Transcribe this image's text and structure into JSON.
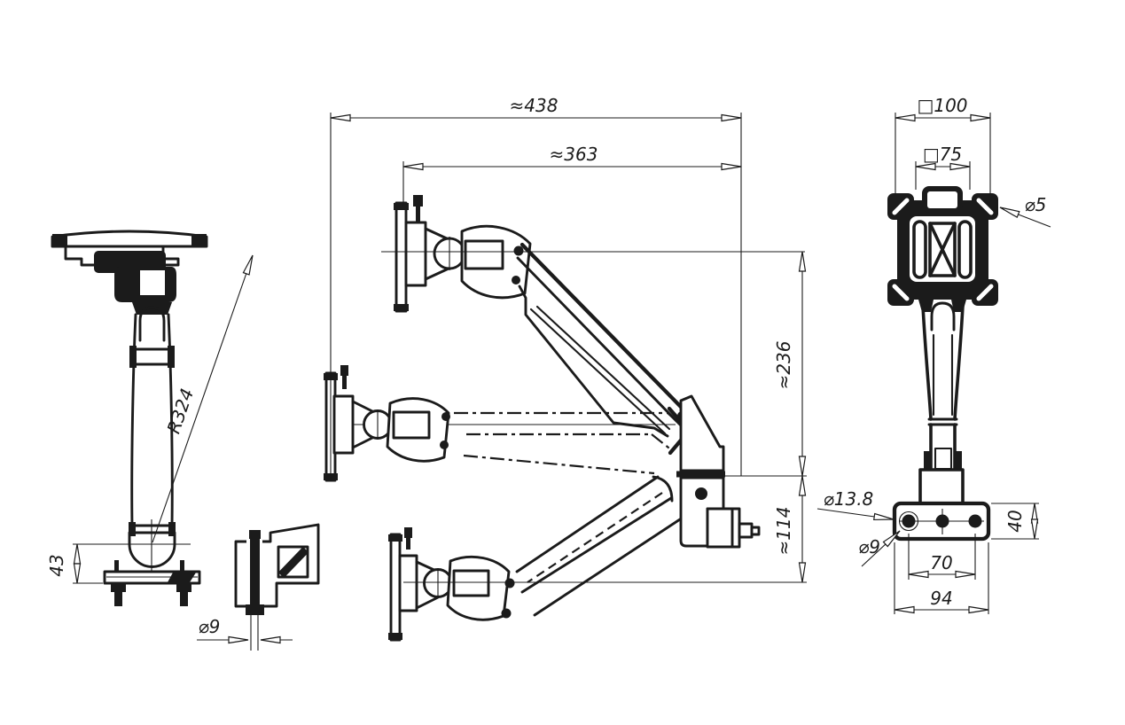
{
  "style": {
    "line_color": "#1b1b1b",
    "background": "#ffffff"
  },
  "dims": {
    "reach_total": "≈438",
    "reach_arm": "≈363",
    "travel_up": "≈236",
    "travel_down": "≈114",
    "swing_radius": "R324",
    "pivot_center_height": "43",
    "clamp_bolt_dia": "⌀9",
    "vesa_pattern_outer": "□100",
    "vesa_pattern_inner": "□75",
    "vesa_hole_dia": "⌀5",
    "base_counterbore_dia": "⌀13.8",
    "base_hole_dia": "⌀9",
    "base_plate_height": "40",
    "base_hole_spacing": "70",
    "base_plate_width": "94"
  }
}
